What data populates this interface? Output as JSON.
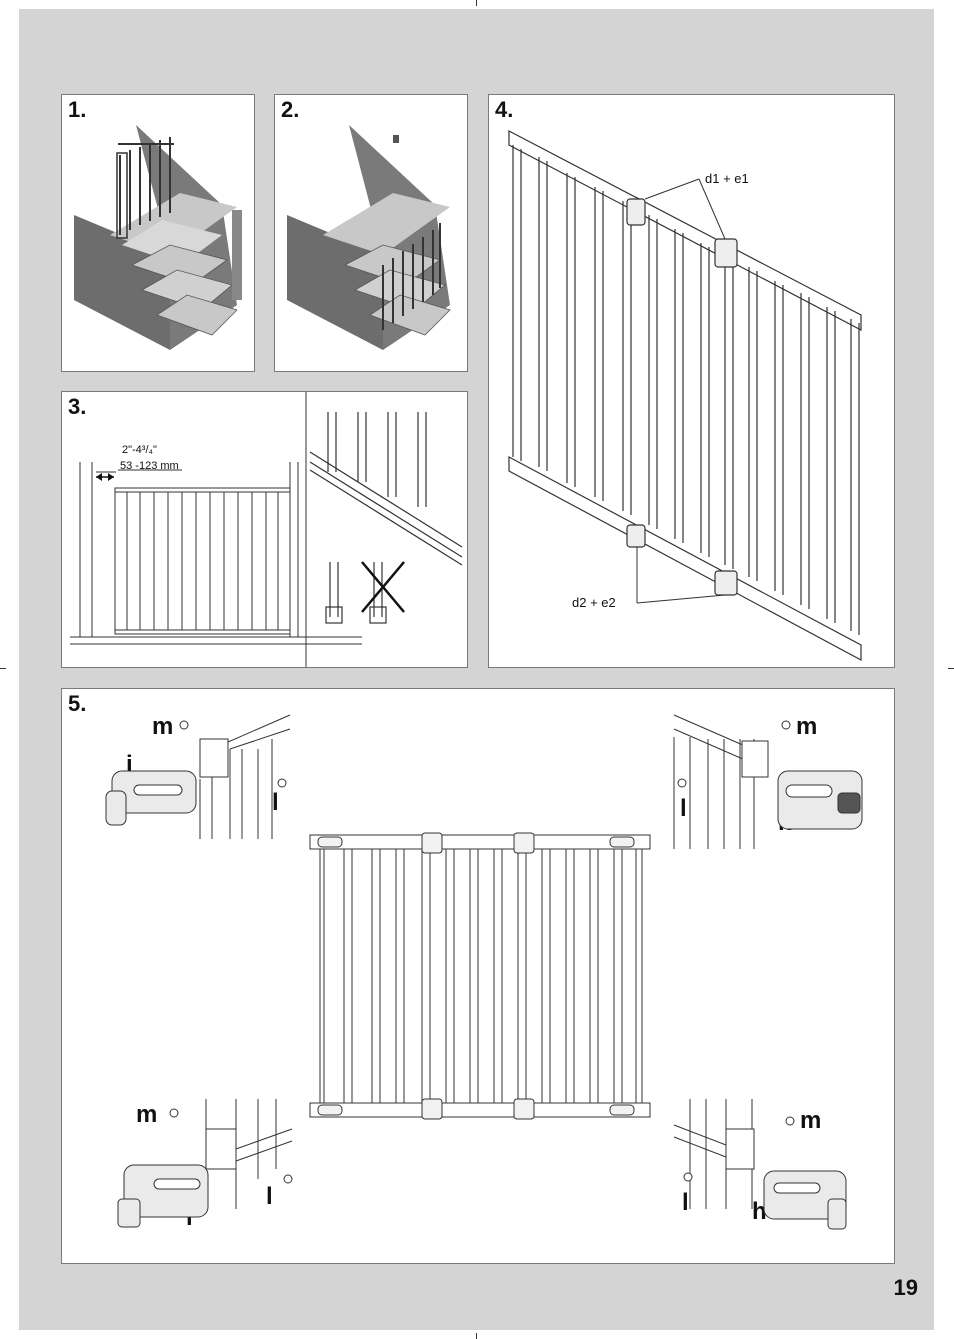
{
  "steps": {
    "s1": "1.",
    "s2": "2.",
    "s3": "3.",
    "s4": "4.",
    "s5": "5."
  },
  "step3": {
    "dim_inch": "2\"-4³/₄\"",
    "dim_mm": "53 -123 mm"
  },
  "step4": {
    "top_label": "d1 + e1",
    "bottom_label": "d2 + e2"
  },
  "step5": {
    "m": "m",
    "j": "j",
    "l": "l",
    "k": "k",
    "i": "i",
    "h": "h"
  },
  "page_number": "19"
}
